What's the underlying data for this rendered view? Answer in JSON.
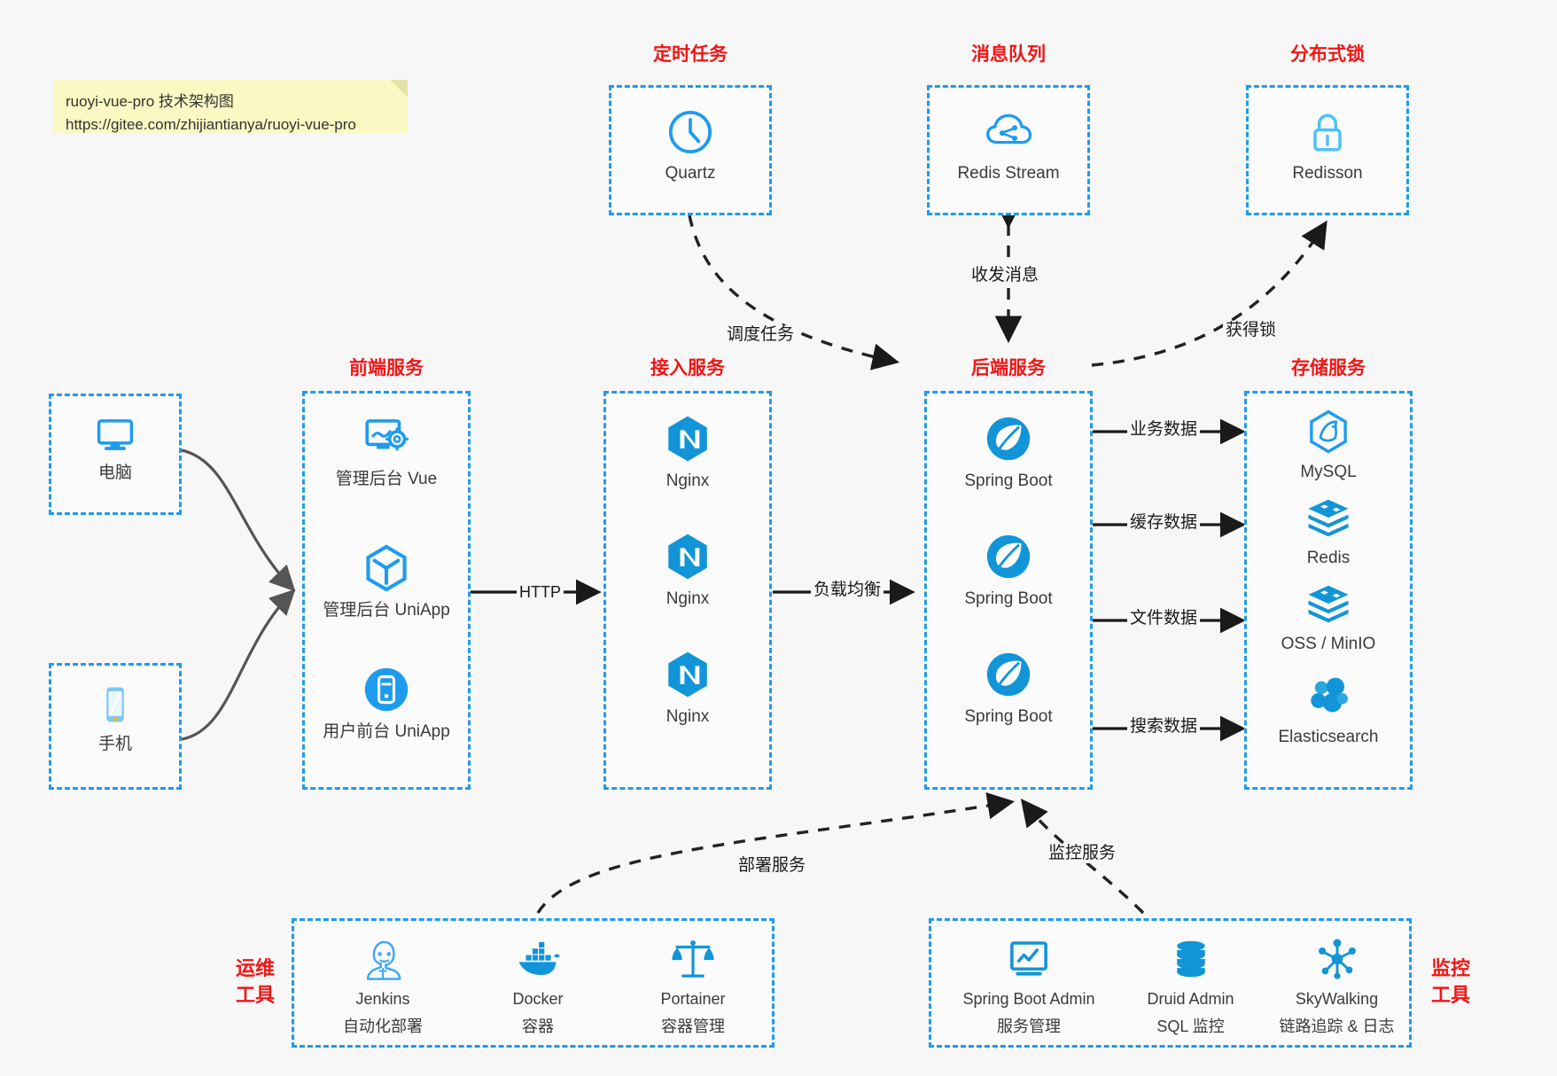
{
  "note": {
    "line1": "ruoyi-vue-pro 技术架构图",
    "line2": "https://gitee.com/zhijiantianya/ruoyi-vue-pro"
  },
  "colors": {
    "accent_blue": "#1E9BEF",
    "title_red": "#F21616",
    "edge_gray": "#555555",
    "edge_black": "#1a1a1a",
    "note_yellow": "#fbf8c3",
    "canvas": "#f7f7f7"
  },
  "groups": {
    "scheduler": {
      "title": "定时任务",
      "nodes": [
        {
          "label": "Quartz",
          "icon": "clock-icon"
        }
      ]
    },
    "mq": {
      "title": "消息队列",
      "nodes": [
        {
          "label": "Redis Stream",
          "icon": "cloud-network-icon"
        }
      ]
    },
    "lock": {
      "title": "分布式锁",
      "nodes": [
        {
          "label": "Redisson",
          "icon": "padlock-icon"
        }
      ]
    },
    "clients": {
      "nodes": [
        {
          "label": "电脑",
          "icon": "desktop-monitor-icon"
        },
        {
          "label": "手机",
          "icon": "smartphone-icon"
        }
      ]
    },
    "frontend": {
      "title": "前端服务",
      "nodes": [
        {
          "label": "管理后台 Vue",
          "icon": "dashboard-gear-icon"
        },
        {
          "label": "管理后台 UniApp",
          "icon": "hexagon-cube-icon"
        },
        {
          "label": "用户前台 UniApp",
          "icon": "mobile-app-icon"
        }
      ]
    },
    "gateway": {
      "title": "接入服务",
      "nodes": [
        {
          "label": "Nginx",
          "icon": "nginx-icon"
        },
        {
          "label": "Nginx",
          "icon": "nginx-icon"
        },
        {
          "label": "Nginx",
          "icon": "nginx-icon"
        }
      ]
    },
    "backend": {
      "title": "后端服务",
      "nodes": [
        {
          "label": "Spring Boot",
          "icon": "spring-boot-icon"
        },
        {
          "label": "Spring Boot",
          "icon": "spring-boot-icon"
        },
        {
          "label": "Spring Boot",
          "icon": "spring-boot-icon"
        }
      ]
    },
    "storage": {
      "title": "存储服务",
      "nodes": [
        {
          "label": "MySQL",
          "icon": "mysql-dolphin-icon"
        },
        {
          "label": "Redis",
          "icon": "redis-stack-icon"
        },
        {
          "label": "OSS / MinIO",
          "icon": "redis-stack-icon"
        },
        {
          "label": "Elasticsearch",
          "icon": "elasticsearch-icon"
        }
      ]
    },
    "devops": {
      "side_title_line1": "运维",
      "side_title_line2": "工具",
      "nodes": [
        {
          "label": "Jenkins",
          "sub": "自动化部署",
          "icon": "jenkins-butler-icon"
        },
        {
          "label": "Docker",
          "sub": "容器",
          "icon": "docker-whale-icon"
        },
        {
          "label": "Portainer",
          "sub": "容器管理",
          "icon": "scales-balance-icon"
        }
      ]
    },
    "monitoring": {
      "side_title_line1": "监控",
      "side_title_line2": "工具",
      "nodes": [
        {
          "label": "Spring Boot Admin",
          "sub": "服务管理",
          "icon": "monitor-chart-icon"
        },
        {
          "label": "Druid Admin",
          "sub": "SQL 监控",
          "icon": "database-cylinder-icon"
        },
        {
          "label": "SkyWalking",
          "sub": "链路追踪 & 日志",
          "icon": "skywalking-node-icon"
        }
      ]
    }
  },
  "edges": [
    {
      "id": "http",
      "label": "HTTP"
    },
    {
      "id": "lb",
      "label": "负载均衡"
    },
    {
      "id": "biz",
      "label": "业务数据"
    },
    {
      "id": "cache",
      "label": "缓存数据"
    },
    {
      "id": "file",
      "label": "文件数据"
    },
    {
      "id": "search",
      "label": "搜索数据"
    },
    {
      "id": "schedule",
      "label": "调度任务"
    },
    {
      "id": "mq",
      "label": "收发消息"
    },
    {
      "id": "getlock",
      "label": "获得锁"
    },
    {
      "id": "deploy",
      "label": "部署服务"
    },
    {
      "id": "monitor",
      "label": "监控服务"
    }
  ]
}
